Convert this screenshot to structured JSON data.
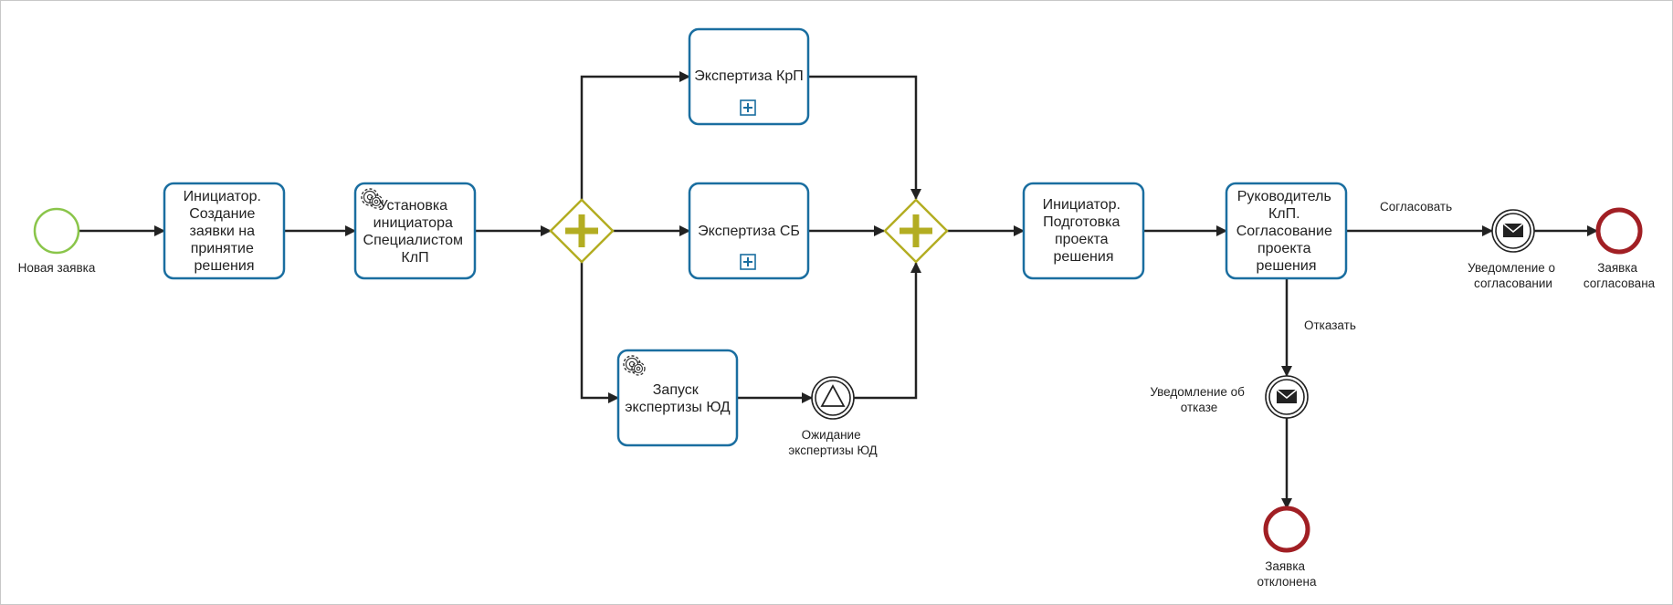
{
  "diagram": {
    "start_event": {
      "label": "Новая заявка"
    },
    "tasks": {
      "create_request": {
        "lines": [
          "Инициатор.",
          "Создание",
          "заявки на",
          "принятие",
          "решения"
        ]
      },
      "set_initiator": {
        "lines": [
          "Установка",
          "инициатора",
          "Специалистом",
          "КлП"
        ],
        "icon": "gear-icon"
      },
      "expertise_krp": {
        "lines": [
          "Экспертиза КрП"
        ],
        "marker": "subprocess-plus-icon"
      },
      "expertise_sb": {
        "lines": [
          "Экспертиза СБ"
        ],
        "marker": "subprocess-plus-icon"
      },
      "launch_yud": {
        "lines": [
          "Запуск",
          "экспертизы ЮД"
        ],
        "icon": "gear-icon"
      },
      "prepare_project": {
        "lines": [
          "Инициатор.",
          "Подготовка",
          "проекта",
          "решения"
        ]
      },
      "approve_project": {
        "lines": [
          "Руководитель",
          "КлП.",
          "Согласование",
          "проекта",
          "решения"
        ]
      }
    },
    "gateways": {
      "split": {
        "type": "parallel"
      },
      "join": {
        "type": "parallel"
      }
    },
    "events": {
      "wait_yud": {
        "lines": [
          "Ожидание",
          "экспертизы ЮД"
        ],
        "icon": "signal-triangle-icon"
      },
      "notify_approved": {
        "lines": [
          "Уведомление о",
          "согласовании"
        ],
        "icon": "envelope-icon"
      },
      "notify_rejected": {
        "lines": [
          "Уведомление об",
          "отказе"
        ],
        "icon": "envelope-icon"
      },
      "end_approved": {
        "lines": [
          "Заявка",
          "согласована"
        ]
      },
      "end_rejected": {
        "lines": [
          "Заявка",
          "отклонена"
        ]
      }
    },
    "flows": {
      "approve_label": "Согласовать",
      "reject_label": "Отказать"
    }
  },
  "colors": {
    "task_border": "#1a6ea0",
    "gateway_fill": "#c9c33a",
    "gateway_border": "#8f8a1a",
    "start_event": "#8ac54a",
    "end_event": "#a11f24",
    "line": "#222222"
  }
}
